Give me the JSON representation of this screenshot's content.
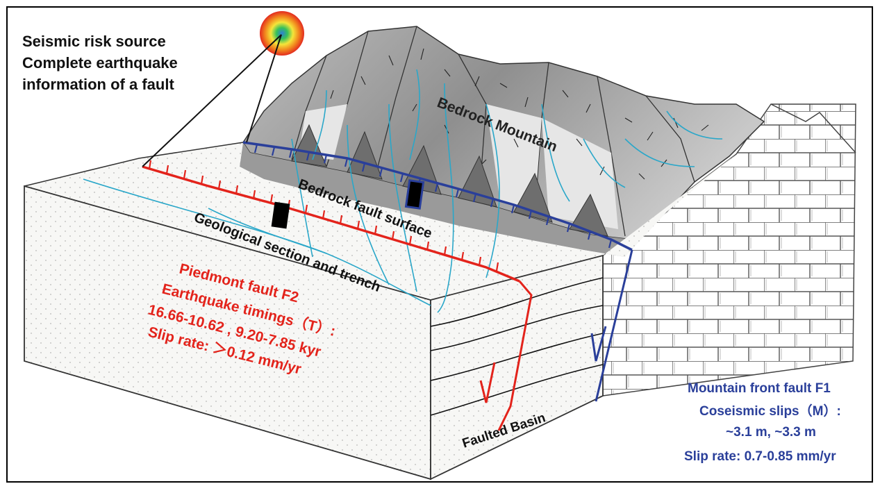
{
  "labels": {
    "risk_line1": "Seismic risk source",
    "risk_line2": "Complete earthquake",
    "risk_line3": "information of a fault",
    "bedrock_mountain": "Bedrock Mountain",
    "bedrock_fault_surface": "Bedrock fault surface",
    "geological_section": "Geological section and trench",
    "faulted_basin": "Faulted Basin",
    "f2_line1": "Piedmont fault F2",
    "f2_line2": "Earthquake timings（T）:",
    "f2_line3": "16.66-10.62 , 9.20-7.85 kyr",
    "f2_line4": "Slip rate: ＞0.12 mm/yr",
    "f1_line1": "Mountain front fault F1",
    "f1_line2": "Coseismic slips（M）:",
    "f1_line3": "~3.1 m, ~3.3 m",
    "f1_line4": "Slip rate: 0.7-0.85 mm/yr"
  },
  "colors": {
    "piedmont_fault": "#e3231b",
    "mountain_fault": "#2a3f9a",
    "stream": "#2aa7c9",
    "mountain_gray": "#a9a9a9",
    "trench": "#000000"
  }
}
